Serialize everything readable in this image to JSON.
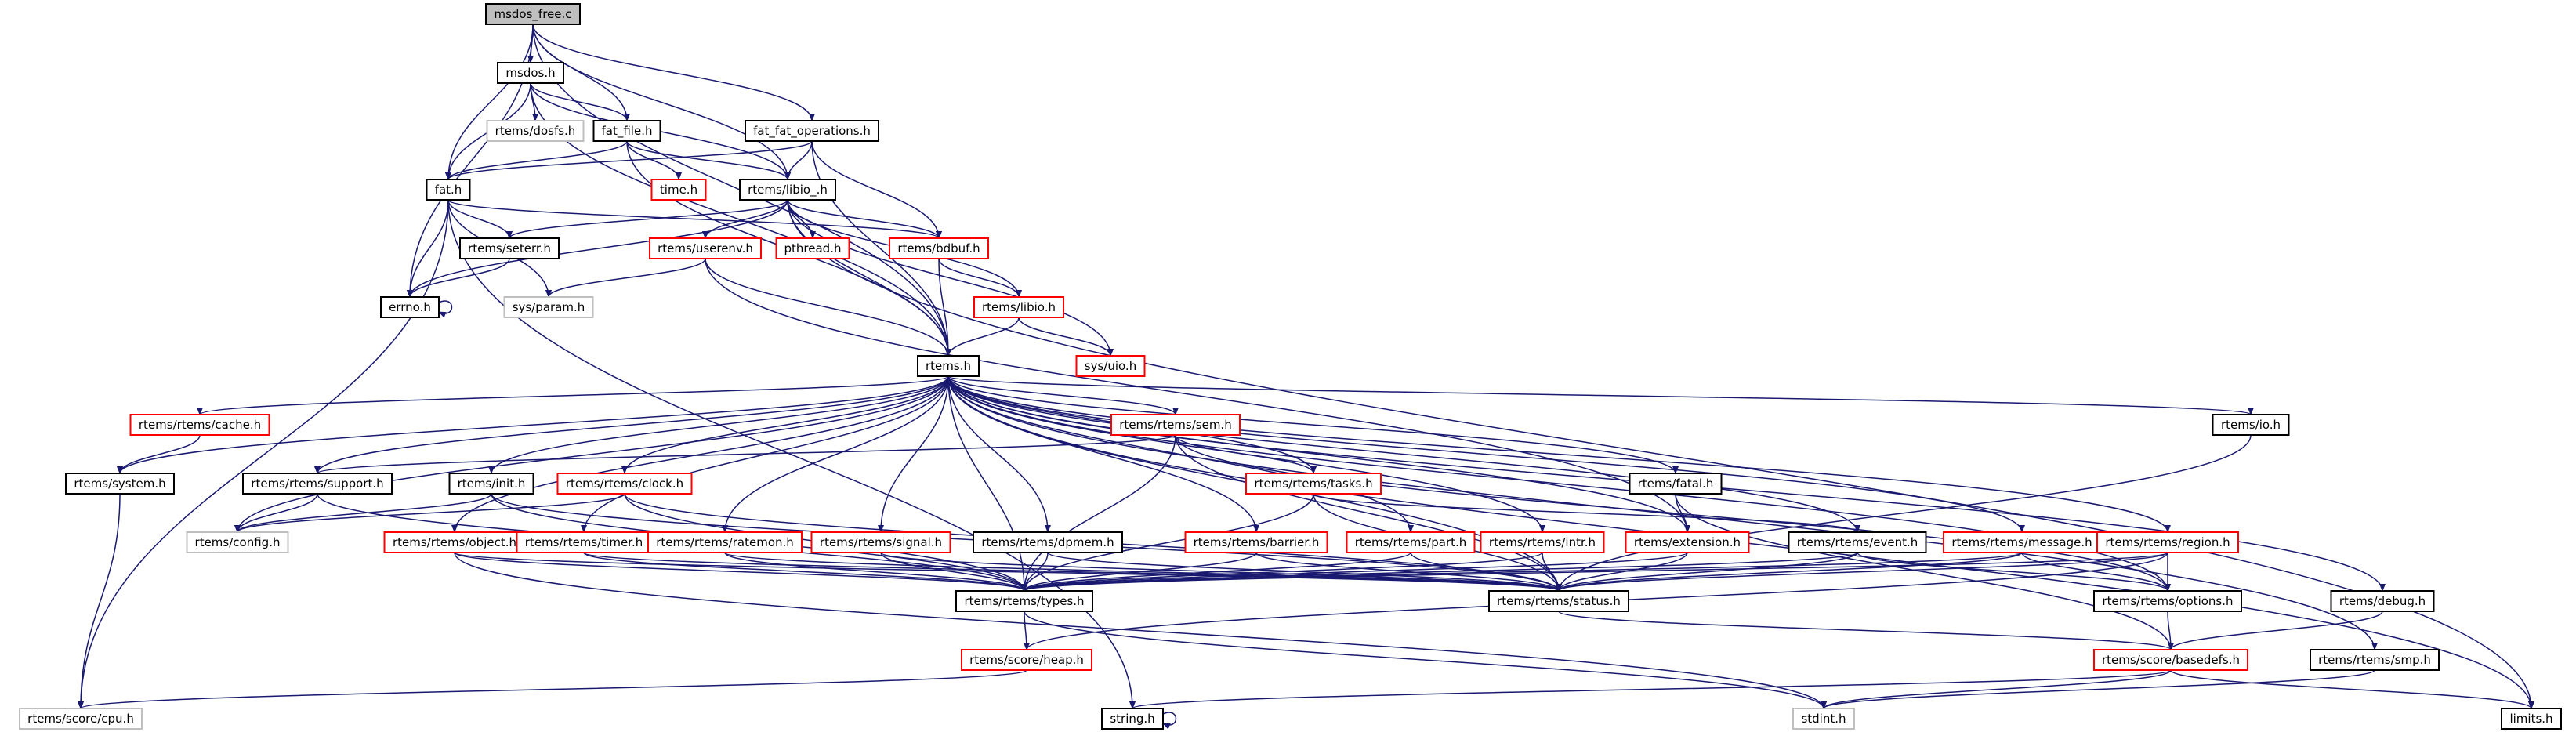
{
  "graph": {
    "colors": {
      "edge": "#191970",
      "root_fill": "#bfbfbf",
      "normal_border": "#000000",
      "truncated_border": "#ff0000",
      "system_border": "#bfbfbf",
      "fill": "#ffffff",
      "text": "#000000"
    },
    "nodes": [
      {
        "id": "msdos_free",
        "label": "msdos_free.c",
        "style": "root"
      },
      {
        "id": "msdos_h",
        "label": "msdos.h",
        "style": "normal"
      },
      {
        "id": "dosfs_h",
        "label": "rtems/dosfs.h",
        "style": "system"
      },
      {
        "id": "fat_file_h",
        "label": "fat_file.h",
        "style": "normal"
      },
      {
        "id": "fat_fat_ops_h",
        "label": "fat_fat_operations.h",
        "style": "normal"
      },
      {
        "id": "fat_h",
        "label": "fat.h",
        "style": "normal"
      },
      {
        "id": "time_h",
        "label": "time.h",
        "style": "truncated"
      },
      {
        "id": "libio__h",
        "label": "rtems/libio_.h",
        "style": "normal"
      },
      {
        "id": "seterr_h",
        "label": "rtems/seterr.h",
        "style": "normal"
      },
      {
        "id": "errno_h",
        "label": "errno.h",
        "style": "normal"
      },
      {
        "id": "param_h",
        "label": "sys/param.h",
        "style": "system"
      },
      {
        "id": "userenv_h",
        "label": "rtems/userenv.h",
        "style": "truncated"
      },
      {
        "id": "pthread_h",
        "label": "pthread.h",
        "style": "truncated"
      },
      {
        "id": "bdbuf_h",
        "label": "rtems/bdbuf.h",
        "style": "truncated"
      },
      {
        "id": "libio_h",
        "label": "rtems/libio.h",
        "style": "truncated"
      },
      {
        "id": "uio_h",
        "label": "sys/uio.h",
        "style": "truncated"
      },
      {
        "id": "rtems_h",
        "label": "rtems.h",
        "style": "normal"
      },
      {
        "id": "cache_h",
        "label": "rtems/rtems/cache.h",
        "style": "truncated"
      },
      {
        "id": "system_h",
        "label": "rtems/system.h",
        "style": "normal"
      },
      {
        "id": "support_h",
        "label": "rtems/rtems/support.h",
        "style": "normal"
      },
      {
        "id": "init_h",
        "label": "rtems/init.h",
        "style": "normal"
      },
      {
        "id": "clock_h",
        "label": "rtems/rtems/clock.h",
        "style": "truncated"
      },
      {
        "id": "sem_h",
        "label": "rtems/rtems/sem.h",
        "style": "truncated"
      },
      {
        "id": "tasks_h",
        "label": "rtems/rtems/tasks.h",
        "style": "truncated"
      },
      {
        "id": "io_h",
        "label": "rtems/io.h",
        "style": "normal"
      },
      {
        "id": "fatal_h",
        "label": "rtems/fatal.h",
        "style": "normal"
      },
      {
        "id": "config_h",
        "label": "rtems/config.h",
        "style": "system"
      },
      {
        "id": "object_h",
        "label": "rtems/rtems/object.h",
        "style": "truncated"
      },
      {
        "id": "timer_h",
        "label": "rtems/rtems/timer.h",
        "style": "truncated"
      },
      {
        "id": "ratemon_h",
        "label": "rtems/rtems/ratemon.h",
        "style": "truncated"
      },
      {
        "id": "signal_h",
        "label": "rtems/rtems/signal.h",
        "style": "truncated"
      },
      {
        "id": "dpmem_h",
        "label": "rtems/rtems/dpmem.h",
        "style": "normal"
      },
      {
        "id": "barrier_h",
        "label": "rtems/rtems/barrier.h",
        "style": "truncated"
      },
      {
        "id": "part_h",
        "label": "rtems/rtems/part.h",
        "style": "truncated"
      },
      {
        "id": "intr_h",
        "label": "rtems/rtems/intr.h",
        "style": "truncated"
      },
      {
        "id": "extension_h",
        "label": "rtems/extension.h",
        "style": "truncated"
      },
      {
        "id": "event_h",
        "label": "rtems/rtems/event.h",
        "style": "normal"
      },
      {
        "id": "message_h",
        "label": "rtems/rtems/message.h",
        "style": "truncated"
      },
      {
        "id": "region_h",
        "label": "rtems/rtems/region.h",
        "style": "truncated"
      },
      {
        "id": "types_h",
        "label": "rtems/rtems/types.h",
        "style": "normal"
      },
      {
        "id": "status_h",
        "label": "rtems/rtems/status.h",
        "style": "normal"
      },
      {
        "id": "options_h",
        "label": "rtems/rtems/options.h",
        "style": "normal"
      },
      {
        "id": "debug_h",
        "label": "rtems/debug.h",
        "style": "normal"
      },
      {
        "id": "heap_h",
        "label": "rtems/score/heap.h",
        "style": "truncated"
      },
      {
        "id": "basedefs_h",
        "label": "rtems/score/basedefs.h",
        "style": "truncated"
      },
      {
        "id": "smp_h",
        "label": "rtems/rtems/smp.h",
        "style": "normal"
      },
      {
        "id": "cpu_h",
        "label": "rtems/score/cpu.h",
        "style": "system"
      },
      {
        "id": "string_h",
        "label": "string.h",
        "style": "normal"
      },
      {
        "id": "stdint_h",
        "label": "stdint.h",
        "style": "system"
      },
      {
        "id": "limits_h",
        "label": "limits.h",
        "style": "normal"
      }
    ],
    "edges": [
      [
        "msdos_free",
        "msdos_h"
      ],
      [
        "msdos_free",
        "fat_h"
      ],
      [
        "msdos_free",
        "fat_file_h"
      ],
      [
        "msdos_free",
        "fat_fat_ops_h"
      ],
      [
        "msdos_free",
        "libio__h"
      ],
      [
        "msdos_free",
        "errno_h"
      ],
      [
        "msdos_free",
        "rtems_h"
      ],
      [
        "msdos_h",
        "dosfs_h"
      ],
      [
        "msdos_h",
        "fat_file_h"
      ],
      [
        "msdos_h",
        "fat_h"
      ],
      [
        "msdos_h",
        "libio__h"
      ],
      [
        "msdos_h",
        "rtems_h"
      ],
      [
        "fat_file_h",
        "time_h"
      ],
      [
        "fat_file_h",
        "fat_h"
      ],
      [
        "fat_file_h",
        "libio__h"
      ],
      [
        "fat_file_h",
        "rtems_h"
      ],
      [
        "fat_fat_ops_h",
        "fat_h"
      ],
      [
        "fat_fat_ops_h",
        "libio__h"
      ],
      [
        "fat_fat_ops_h",
        "bdbuf_h"
      ],
      [
        "fat_fat_ops_h",
        "rtems_h"
      ],
      [
        "fat_h",
        "seterr_h"
      ],
      [
        "fat_h",
        "errno_h"
      ],
      [
        "fat_h",
        "param_h"
      ],
      [
        "fat_h",
        "bdbuf_h"
      ],
      [
        "fat_h",
        "cpu_h"
      ],
      [
        "fat_h",
        "string_h"
      ],
      [
        "libio__h",
        "seterr_h"
      ],
      [
        "libio__h",
        "errno_h"
      ],
      [
        "libio__h",
        "userenv_h"
      ],
      [
        "libio__h",
        "pthread_h"
      ],
      [
        "libio__h",
        "bdbuf_h"
      ],
      [
        "libio__h",
        "libio_h"
      ],
      [
        "libio__h",
        "uio_h"
      ],
      [
        "libio__h",
        "rtems_h"
      ],
      [
        "libio__h",
        "limits_h"
      ],
      [
        "seterr_h",
        "errno_h"
      ],
      [
        "errno_h",
        "errno_h"
      ],
      [
        "userenv_h",
        "param_h"
      ],
      [
        "userenv_h",
        "rtems_h"
      ],
      [
        "userenv_h",
        "extension_h"
      ],
      [
        "bdbuf_h",
        "libio_h"
      ],
      [
        "bdbuf_h",
        "rtems_h"
      ],
      [
        "libio_h",
        "uio_h"
      ],
      [
        "libio_h",
        "rtems_h"
      ],
      [
        "rtems_h",
        "cache_h"
      ],
      [
        "rtems_h",
        "system_h"
      ],
      [
        "rtems_h",
        "support_h"
      ],
      [
        "rtems_h",
        "init_h"
      ],
      [
        "rtems_h",
        "clock_h"
      ],
      [
        "rtems_h",
        "sem_h"
      ],
      [
        "rtems_h",
        "tasks_h"
      ],
      [
        "rtems_h",
        "io_h"
      ],
      [
        "rtems_h",
        "fatal_h"
      ],
      [
        "rtems_h",
        "config_h"
      ],
      [
        "rtems_h",
        "object_h"
      ],
      [
        "rtems_h",
        "timer_h"
      ],
      [
        "rtems_h",
        "ratemon_h"
      ],
      [
        "rtems_h",
        "signal_h"
      ],
      [
        "rtems_h",
        "dpmem_h"
      ],
      [
        "rtems_h",
        "barrier_h"
      ],
      [
        "rtems_h",
        "part_h"
      ],
      [
        "rtems_h",
        "intr_h"
      ],
      [
        "rtems_h",
        "extension_h"
      ],
      [
        "rtems_h",
        "event_h"
      ],
      [
        "rtems_h",
        "message_h"
      ],
      [
        "rtems_h",
        "region_h"
      ],
      [
        "rtems_h",
        "types_h"
      ],
      [
        "rtems_h",
        "status_h"
      ],
      [
        "rtems_h",
        "options_h"
      ],
      [
        "rtems_h",
        "debug_h"
      ],
      [
        "rtems_h",
        "smp_h"
      ],
      [
        "rtems_h",
        "limits_h"
      ],
      [
        "cache_h",
        "system_h"
      ],
      [
        "system_h",
        "cpu_h"
      ],
      [
        "support_h",
        "config_h"
      ],
      [
        "support_h",
        "types_h"
      ],
      [
        "init_h",
        "config_h"
      ],
      [
        "init_h",
        "types_h"
      ],
      [
        "init_h",
        "status_h"
      ],
      [
        "clock_h",
        "config_h"
      ],
      [
        "clock_h",
        "types_h"
      ],
      [
        "clock_h",
        "status_h"
      ],
      [
        "sem_h",
        "support_h"
      ],
      [
        "sem_h",
        "tasks_h"
      ],
      [
        "sem_h",
        "types_h"
      ],
      [
        "sem_h",
        "status_h"
      ],
      [
        "sem_h",
        "options_h"
      ],
      [
        "tasks_h",
        "types_h"
      ],
      [
        "tasks_h",
        "status_h"
      ],
      [
        "tasks_h",
        "event_h"
      ],
      [
        "io_h",
        "status_h"
      ],
      [
        "fatal_h",
        "extension_h"
      ],
      [
        "fatal_h",
        "basedefs_h"
      ],
      [
        "object_h",
        "types_h"
      ],
      [
        "object_h",
        "status_h"
      ],
      [
        "object_h",
        "stdint_h"
      ],
      [
        "timer_h",
        "types_h"
      ],
      [
        "timer_h",
        "status_h"
      ],
      [
        "ratemon_h",
        "types_h"
      ],
      [
        "ratemon_h",
        "status_h"
      ],
      [
        "signal_h",
        "types_h"
      ],
      [
        "signal_h",
        "status_h"
      ],
      [
        "dpmem_h",
        "types_h"
      ],
      [
        "dpmem_h",
        "status_h"
      ],
      [
        "barrier_h",
        "types_h"
      ],
      [
        "barrier_h",
        "status_h"
      ],
      [
        "part_h",
        "types_h"
      ],
      [
        "part_h",
        "status_h"
      ],
      [
        "intr_h",
        "types_h"
      ],
      [
        "intr_h",
        "status_h"
      ],
      [
        "extension_h",
        "types_h"
      ],
      [
        "extension_h",
        "status_h"
      ],
      [
        "event_h",
        "types_h"
      ],
      [
        "event_h",
        "status_h"
      ],
      [
        "event_h",
        "options_h"
      ],
      [
        "message_h",
        "types_h"
      ],
      [
        "message_h",
        "status_h"
      ],
      [
        "message_h",
        "options_h"
      ],
      [
        "region_h",
        "types_h"
      ],
      [
        "region_h",
        "status_h"
      ],
      [
        "region_h",
        "options_h"
      ],
      [
        "region_h",
        "heap_h"
      ],
      [
        "types_h",
        "heap_h"
      ],
      [
        "types_h",
        "stdint_h"
      ],
      [
        "status_h",
        "basedefs_h"
      ],
      [
        "options_h",
        "basedefs_h"
      ],
      [
        "debug_h",
        "basedefs_h"
      ],
      [
        "heap_h",
        "cpu_h"
      ],
      [
        "basedefs_h",
        "string_h"
      ],
      [
        "basedefs_h",
        "stdint_h"
      ],
      [
        "basedefs_h",
        "limits_h"
      ],
      [
        "smp_h",
        "stdint_h"
      ],
      [
        "string_h",
        "string_h"
      ]
    ]
  }
}
